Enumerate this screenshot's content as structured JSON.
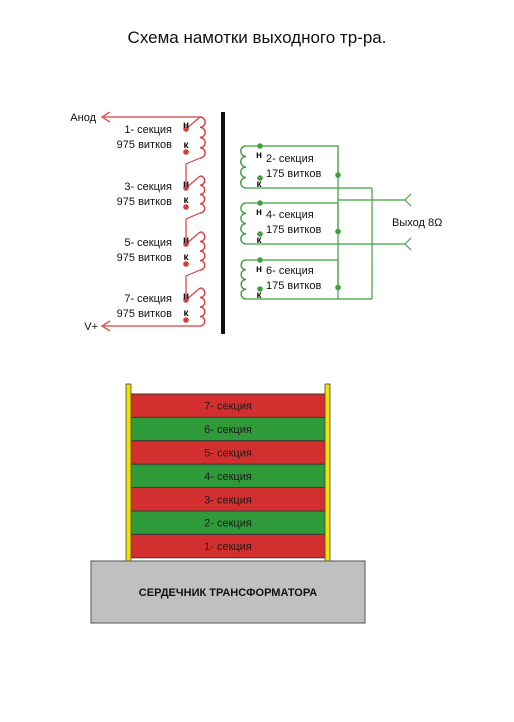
{
  "title": "Схема намотки выходного тр-ра.",
  "colors": {
    "primary_winding": "#d44040",
    "secondary_winding": "#40a040",
    "layer_red": "#d42f2f",
    "layer_green": "#2f9a3a",
    "core": "#c0c0c0",
    "core_bar": "#111111",
    "bobbin_side": "#f2e200"
  },
  "primary": {
    "anode_label": "Анод",
    "vplus_label": "V+",
    "tap_start": "н",
    "tap_end": "к",
    "sections": [
      {
        "name": "1- секция",
        "turns": "975 витков"
      },
      {
        "name": "3- секция",
        "turns": "975 витков"
      },
      {
        "name": "5- секция",
        "turns": "975 витков"
      },
      {
        "name": "7- секция",
        "turns": "975 витков"
      }
    ]
  },
  "secondary": {
    "output_label": "Выход 8Ω",
    "tap_start": "н",
    "tap_end": "к",
    "sections": [
      {
        "name": "2- секция",
        "turns": "175 витков"
      },
      {
        "name": "4- секция",
        "turns": "175 витков"
      },
      {
        "name": "6- секция",
        "turns": "175 витков"
      }
    ]
  },
  "stack": {
    "layers": [
      {
        "label": "7- секция",
        "kind": "primary"
      },
      {
        "label": "6- секция",
        "kind": "secondary"
      },
      {
        "label": "5- секция",
        "kind": "primary"
      },
      {
        "label": "4- секция",
        "kind": "secondary"
      },
      {
        "label": "3- секция",
        "kind": "primary"
      },
      {
        "label": "2- секция",
        "kind": "secondary"
      },
      {
        "label": "1- секция",
        "kind": "primary"
      }
    ],
    "core_label": "СЕРДЕЧНИК ТРАНСФОРМАТОРА"
  }
}
